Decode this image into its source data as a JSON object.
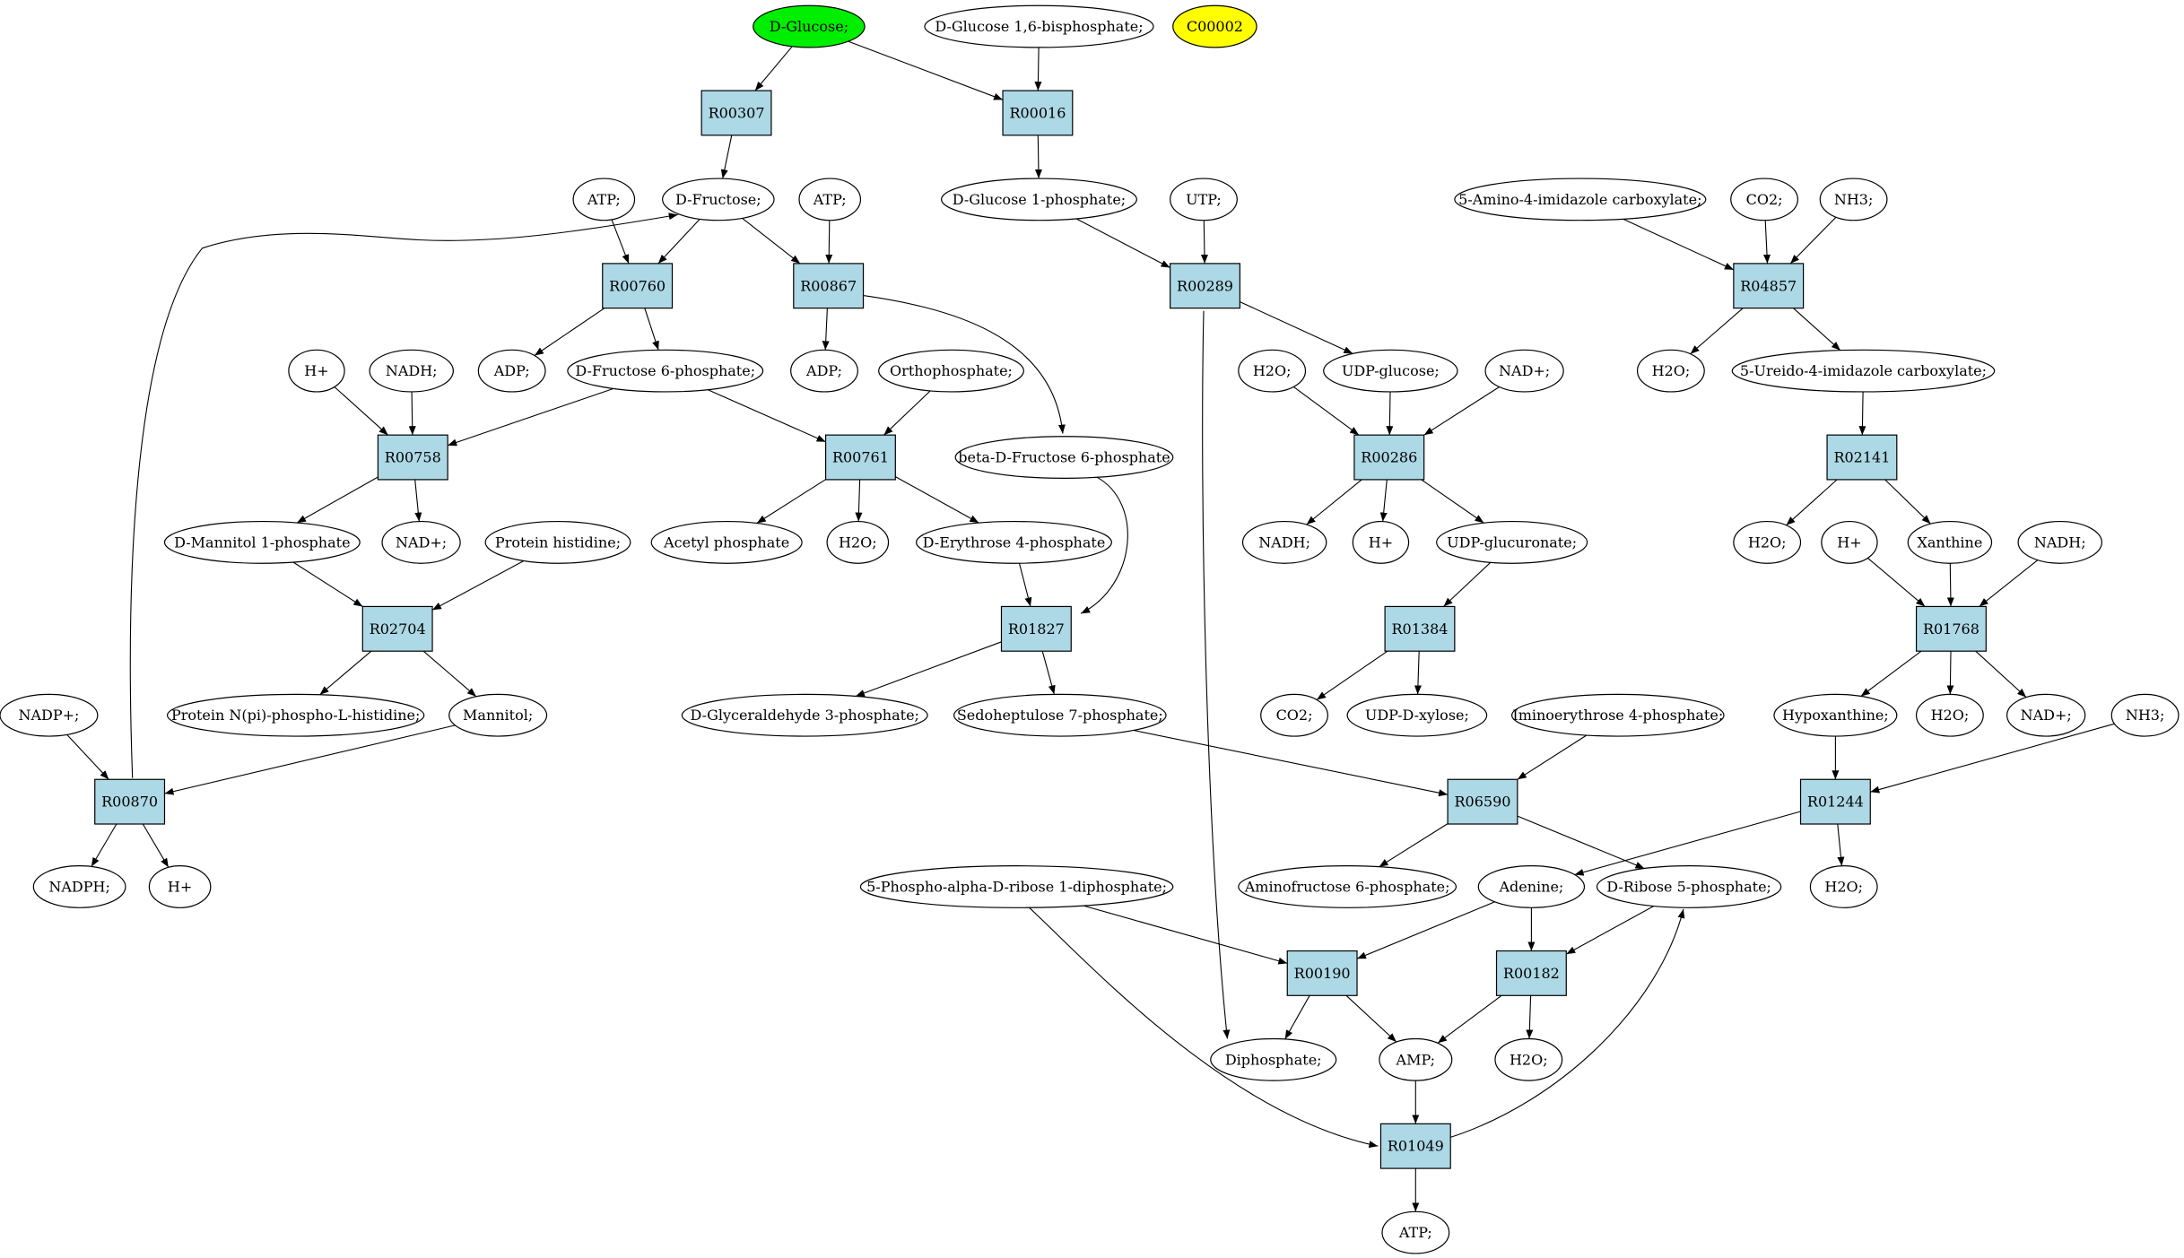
{
  "colors": {
    "reaction_fill": "#add8e6",
    "compound_fill": "#ffffff",
    "start_fill": "#00ee00",
    "highlight_fill": "#ffff00",
    "stroke": "#000000"
  },
  "compounds": [
    {
      "id": "glc",
      "label": "D-Glucose;",
      "color": "#00ee00"
    },
    {
      "id": "g16bp",
      "label": "D-Glucose 1,6-bisphosphate;"
    },
    {
      "id": "c00002",
      "label": "C00002",
      "color": "#ffff00"
    },
    {
      "id": "atp1",
      "label": "ATP;"
    },
    {
      "id": "fru",
      "label": "D-Fructose;"
    },
    {
      "id": "atp2",
      "label": "ATP;"
    },
    {
      "id": "g1p",
      "label": "D-Glucose 1-phosphate;"
    },
    {
      "id": "utp",
      "label": "UTP;"
    },
    {
      "id": "aica",
      "label": "5-Amino-4-imidazole carboxylate;"
    },
    {
      "id": "co2a",
      "label": "CO2;"
    },
    {
      "id": "nh3a",
      "label": "NH3;"
    },
    {
      "id": "h1",
      "label": "H+"
    },
    {
      "id": "nadh1",
      "label": "NADH;"
    },
    {
      "id": "adp1",
      "label": "ADP;"
    },
    {
      "id": "f6p",
      "label": "D-Fructose 6-phosphate;"
    },
    {
      "id": "adp2",
      "label": "ADP;"
    },
    {
      "id": "ortho",
      "label": "Orthophosphate;"
    },
    {
      "id": "h2o1",
      "label": "H2O;"
    },
    {
      "id": "udpg",
      "label": "UDP-glucose;"
    },
    {
      "id": "nad1",
      "label": "NAD+;"
    },
    {
      "id": "h2o2",
      "label": "H2O;"
    },
    {
      "id": "uica",
      "label": "5-Ureido-4-imidazole carboxylate;"
    },
    {
      "id": "bf6p",
      "label": "beta-D-Fructose 6-phosphate"
    },
    {
      "id": "m1p",
      "label": "D-Mannitol 1-phosphate"
    },
    {
      "id": "nad2",
      "label": "NAD+;"
    },
    {
      "id": "phis",
      "label": "Protein histidine;"
    },
    {
      "id": "acp",
      "label": "Acetyl phosphate"
    },
    {
      "id": "h2o3",
      "label": "H2O;"
    },
    {
      "id": "e4p",
      "label": "D-Erythrose 4-phosphate"
    },
    {
      "id": "nadh2",
      "label": "NADH;"
    },
    {
      "id": "h2",
      "label": "H+"
    },
    {
      "id": "udpga",
      "label": "UDP-glucuronate;"
    },
    {
      "id": "h2o4",
      "label": "H2O;"
    },
    {
      "id": "h3",
      "label": "H+"
    },
    {
      "id": "xan",
      "label": "Xanthine"
    },
    {
      "id": "nadh3",
      "label": "NADH;"
    },
    {
      "id": "nadp",
      "label": "NADP+;"
    },
    {
      "id": "pnhis",
      "label": "Protein N(pi)-phospho-L-histidine;"
    },
    {
      "id": "mtl",
      "label": "Mannitol;"
    },
    {
      "id": "gap",
      "label": "D-Glyceraldehyde 3-phosphate;"
    },
    {
      "id": "s7p",
      "label": "Sedoheptulose 7-phosphate;"
    },
    {
      "id": "co2b",
      "label": "CO2;"
    },
    {
      "id": "udpx",
      "label": "UDP-D-xylose;"
    },
    {
      "id": "ie4p",
      "label": "Iminoerythrose 4-phosphate;"
    },
    {
      "id": "hyp",
      "label": "Hypoxanthine;"
    },
    {
      "id": "h2o5",
      "label": "H2O;"
    },
    {
      "id": "nad3",
      "label": "NAD+;"
    },
    {
      "id": "nh3b",
      "label": "NH3;"
    },
    {
      "id": "nadph",
      "label": "NADPH;"
    },
    {
      "id": "h4",
      "label": "H+"
    },
    {
      "id": "prpp",
      "label": "5-Phospho-alpha-D-ribose 1-diphosphate;"
    },
    {
      "id": "af6p",
      "label": "Aminofructose 6-phosphate;"
    },
    {
      "id": "ade",
      "label": "Adenine;"
    },
    {
      "id": "r5p",
      "label": "D-Ribose 5-phosphate;"
    },
    {
      "id": "h2o6",
      "label": "H2O;"
    },
    {
      "id": "ppi",
      "label": "Diphosphate;"
    },
    {
      "id": "amp",
      "label": "AMP;"
    },
    {
      "id": "h2o7",
      "label": "H2O;"
    },
    {
      "id": "atp3",
      "label": "ATP;"
    }
  ],
  "reactions": [
    {
      "id": "R00307",
      "label": "R00307"
    },
    {
      "id": "R00016",
      "label": "R00016"
    },
    {
      "id": "R00760",
      "label": "R00760"
    },
    {
      "id": "R00867",
      "label": "R00867"
    },
    {
      "id": "R00289",
      "label": "R00289"
    },
    {
      "id": "R04857",
      "label": "R04857"
    },
    {
      "id": "R00758",
      "label": "R00758"
    },
    {
      "id": "R00761",
      "label": "R00761"
    },
    {
      "id": "R00286",
      "label": "R00286"
    },
    {
      "id": "R02141",
      "label": "R02141"
    },
    {
      "id": "R02704",
      "label": "R02704"
    },
    {
      "id": "R01827",
      "label": "R01827"
    },
    {
      "id": "R01384",
      "label": "R01384"
    },
    {
      "id": "R01768",
      "label": "R01768"
    },
    {
      "id": "R00870",
      "label": "R00870"
    },
    {
      "id": "R06590",
      "label": "R06590"
    },
    {
      "id": "R01244",
      "label": "R01244"
    },
    {
      "id": "R00190",
      "label": "R00190"
    },
    {
      "id": "R00182",
      "label": "R00182"
    },
    {
      "id": "R01049",
      "label": "R01049"
    }
  ],
  "edges": [
    [
      "glc",
      "R00307"
    ],
    [
      "glc",
      "R00016"
    ],
    [
      "g16bp",
      "R00016"
    ],
    [
      "R00307",
      "fru"
    ],
    [
      "R00016",
      "g1p"
    ],
    [
      "atp1",
      "R00760"
    ],
    [
      "fru",
      "R00760"
    ],
    [
      "fru",
      "R00867"
    ],
    [
      "atp2",
      "R00867"
    ],
    [
      "g1p",
      "R00289"
    ],
    [
      "utp",
      "R00289"
    ],
    [
      "aica",
      "R04857"
    ],
    [
      "co2a",
      "R04857"
    ],
    [
      "nh3a",
      "R04857"
    ],
    [
      "R00760",
      "adp1"
    ],
    [
      "R00760",
      "f6p"
    ],
    [
      "R00867",
      "adp2"
    ],
    [
      "R00867",
      "bf6p"
    ],
    [
      "R00289",
      "udpg"
    ],
    [
      "R00289",
      "ppi"
    ],
    [
      "R04857",
      "h2o2"
    ],
    [
      "R04857",
      "uica"
    ],
    [
      "h1",
      "R00758"
    ],
    [
      "nadh1",
      "R00758"
    ],
    [
      "f6p",
      "R00758"
    ],
    [
      "f6p",
      "R00761"
    ],
    [
      "ortho",
      "R00761"
    ],
    [
      "h2o1",
      "R00286"
    ],
    [
      "udpg",
      "R00286"
    ],
    [
      "nad1",
      "R00286"
    ],
    [
      "uica",
      "R02141"
    ],
    [
      "R00758",
      "m1p"
    ],
    [
      "R00758",
      "nad2"
    ],
    [
      "R00761",
      "acp"
    ],
    [
      "R00761",
      "h2o3"
    ],
    [
      "R00761",
      "e4p"
    ],
    [
      "R00286",
      "nadh2"
    ],
    [
      "R00286",
      "h2"
    ],
    [
      "R00286",
      "udpga"
    ],
    [
      "R02141",
      "h2o4"
    ],
    [
      "R02141",
      "xan"
    ],
    [
      "m1p",
      "R02704"
    ],
    [
      "phis",
      "R02704"
    ],
    [
      "e4p",
      "R01827"
    ],
    [
      "bf6p",
      "R01827"
    ],
    [
      "udpga",
      "R01384"
    ],
    [
      "h3",
      "R01768"
    ],
    [
      "xan",
      "R01768"
    ],
    [
      "nadh3",
      "R01768"
    ],
    [
      "R02704",
      "pnhis"
    ],
    [
      "R02704",
      "mtl"
    ],
    [
      "R01827",
      "gap"
    ],
    [
      "R01827",
      "s7p"
    ],
    [
      "R01384",
      "co2b"
    ],
    [
      "R01384",
      "udpx"
    ],
    [
      "R01768",
      "hyp"
    ],
    [
      "R01768",
      "h2o5"
    ],
    [
      "R01768",
      "nad3"
    ],
    [
      "nadp",
      "R00870"
    ],
    [
      "mtl",
      "R00870"
    ],
    [
      "R00870",
      "nadph"
    ],
    [
      "R00870",
      "h4"
    ],
    [
      "R00870",
      "fru"
    ],
    [
      "s7p",
      "R06590"
    ],
    [
      "ie4p",
      "R06590"
    ],
    [
      "hyp",
      "R01244"
    ],
    [
      "nh3b",
      "R01244"
    ],
    [
      "R06590",
      "af6p"
    ],
    [
      "R06590",
      "r5p"
    ],
    [
      "R01244",
      "ade"
    ],
    [
      "R01244",
      "h2o6"
    ],
    [
      "prpp",
      "R00190"
    ],
    [
      "ade",
      "R00190"
    ],
    [
      "ade",
      "R00182"
    ],
    [
      "r5p",
      "R00182"
    ],
    [
      "R00190",
      "ppi"
    ],
    [
      "R00190",
      "amp"
    ],
    [
      "R00182",
      "amp"
    ],
    [
      "R00182",
      "h2o7"
    ],
    [
      "amp",
      "R01049"
    ],
    [
      "prpp",
      "R01049"
    ],
    [
      "R01049",
      "atp3"
    ],
    [
      "R01049",
      "r5p"
    ]
  ]
}
